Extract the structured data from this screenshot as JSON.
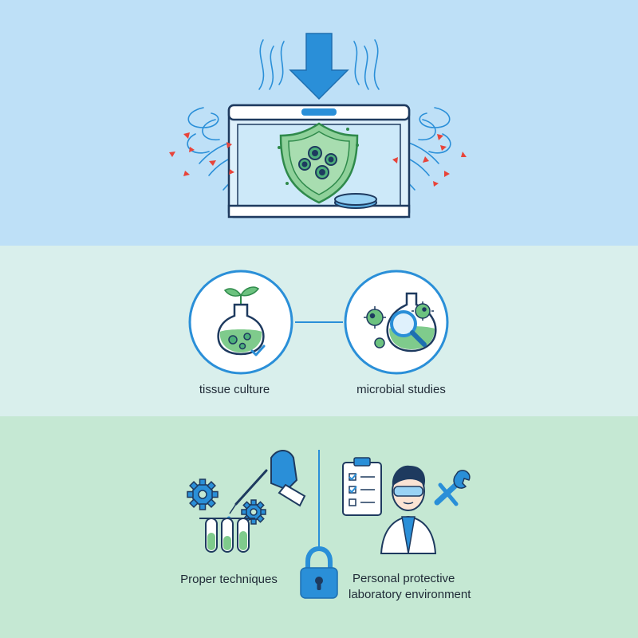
{
  "colors": {
    "top_band": "#BEE0F7",
    "middle_band": "#D9EFEC",
    "bottom_band": "#C5E8D3",
    "navy_outline": "#1E3A5F",
    "accent_blue": "#2A8FD8",
    "shield_green": "#8FD19A",
    "contaminant_red": "#E8443A"
  },
  "applications": {
    "items": [
      {
        "label": "tissue culture",
        "icon": "flask-plant-icon"
      },
      {
        "label": "microbial studies",
        "icon": "microbe-magnifier-icon"
      }
    ]
  },
  "practices": {
    "items": [
      {
        "label": "Proper techniques",
        "icon": "pipette-test-tubes-icon"
      },
      {
        "label_line1": "Personal protective",
        "label_line2": "laboratory environment",
        "icon": "scientist-ppe-icon"
      }
    ],
    "center_icon": "padlock-icon"
  },
  "hero": {
    "icon": "laminar-flow-hood-icon",
    "airflow_icon": "down-arrow-icon",
    "shield_icon": "shield-icon"
  }
}
